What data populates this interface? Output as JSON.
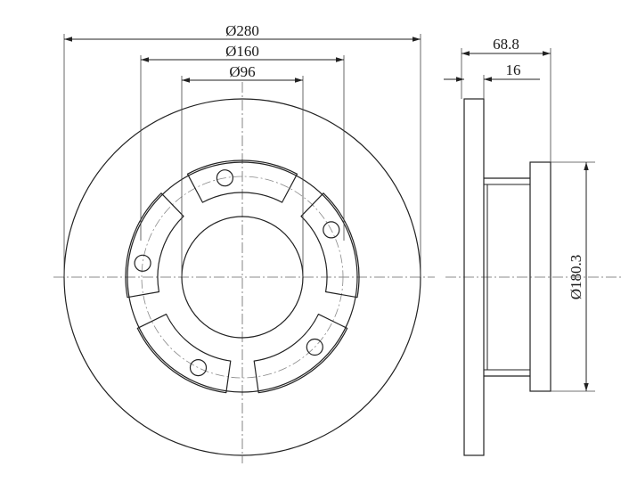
{
  "dimensions": {
    "outer_diameter": "Ø280",
    "bolt_circle_diameter": "Ø160",
    "center_bore_diameter": "Ø96",
    "overall_height": "68.8",
    "disc_thickness": "16",
    "hat_diameter": "Ø180.3"
  },
  "features": {
    "bolt_holes": 5
  },
  "colors": {
    "line": "#222222",
    "background": "#ffffff"
  }
}
